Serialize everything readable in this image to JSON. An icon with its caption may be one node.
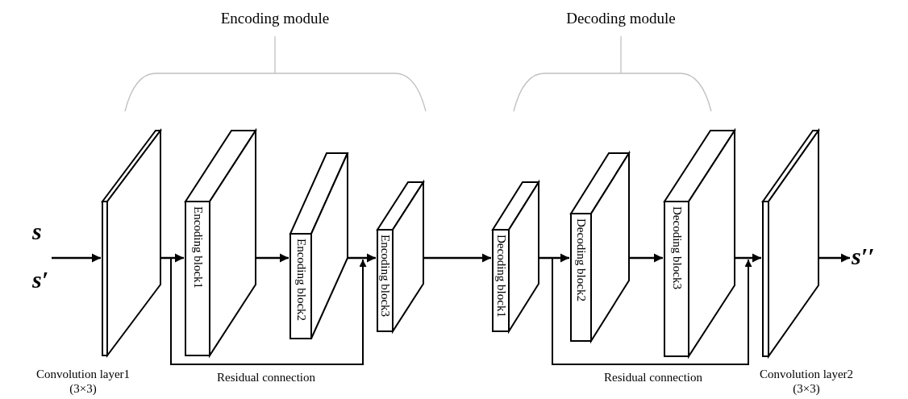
{
  "diagram": {
    "nodes": [
      {
        "text": [
          "s",
          "s′"
        ]
      },
      {
        "text": [],
        "shape": "box",
        "beside": [
          "Convolution layer1 (3×3)"
        ]
      },
      {
        "text": [
          "Encoding block1"
        ]
      },
      {
        "text": [
          "Encoding block2"
        ]
      },
      {
        "text": [
          "Encoding block3"
        ]
      },
      {
        "text": [
          "Decoding block1"
        ]
      },
      {
        "text": [
          "Decoding block2"
        ]
      },
      {
        "text": [
          "Decoding block3"
        ]
      },
      {
        "text": [],
        "shape": "box",
        "beside": [
          "Convolution layer2 (3×3)"
        ]
      },
      {
        "text": [
          "s′′"
        ]
      }
    ],
    "edges": [
      {
        "from": 0,
        "to": 1,
        "arrow": "to"
      },
      {
        "from": 1,
        "to": 2,
        "arrow": "to"
      },
      {
        "from": 2,
        "to": 3,
        "arrow": "to"
      },
      {
        "from": 3,
        "to": 4,
        "arrow": "to"
      },
      {
        "from": 4,
        "to": 5,
        "arrow": "to"
      },
      {
        "from": 5,
        "to": 6,
        "arrow": "to"
      },
      {
        "from": 6,
        "to": 7,
        "arrow": "to"
      },
      {
        "from": 7,
        "to": 8,
        "arrow": "to"
      },
      {
        "from": 8,
        "to": 9,
        "arrow": "to"
      },
      {
        "from": 1,
        "to": 4,
        "arrow": "to",
        "label": "Residual connection"
      },
      {
        "from": 5,
        "to": 8,
        "arrow": "to",
        "label": "Residual connection"
      }
    ],
    "labels": [
      "Encoding module",
      "Decoding module"
    ]
  }
}
